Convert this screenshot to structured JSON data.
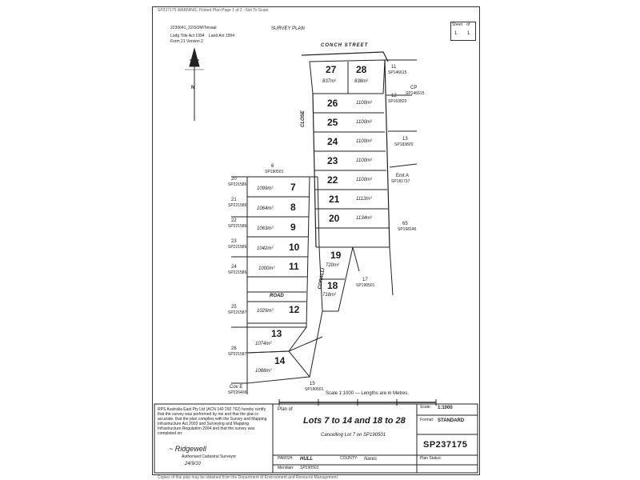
{
  "header": {
    "print_banner": "SP237175 WARNING: Printed Plan Page 1 of 2 - Not To Scale",
    "sheet_label": "Sheet",
    "of_label": "of",
    "sheet_num": "1",
    "sheet_total": "1",
    "file_ref": "2230641_22/SOM/Teivaal",
    "survey_plan": "SURVEY PLAN",
    "lodged_label": "Lodg Title Act 1994",
    "lodged_label2": "Land Act 1994",
    "form_label": "Form 21 Version 2"
  },
  "north_label": "N",
  "streets": {
    "conch": "CONCH  STREET",
    "close": "CLOSE",
    "coralli": "CORALLI",
    "road": "ROAD"
  },
  "lots": [
    {
      "num": "27",
      "area": "837m²"
    },
    {
      "num": "28",
      "area": "838m²"
    },
    {
      "num": "26",
      "area": "1100m²"
    },
    {
      "num": "25",
      "area": "1100m²"
    },
    {
      "num": "24",
      "area": "1100m²"
    },
    {
      "num": "23",
      "area": "1100m²"
    },
    {
      "num": "22",
      "area": "1100m²"
    },
    {
      "num": "21",
      "area": "1113m²"
    },
    {
      "num": "20",
      "area": "1134m²"
    },
    {
      "num": "19",
      "area": "720m²"
    },
    {
      "num": "18",
      "area": "718m²"
    },
    {
      "num": "7",
      "area": "1099m²"
    },
    {
      "num": "8",
      "area": "1064m²"
    },
    {
      "num": "9",
      "area": "1063m²"
    },
    {
      "num": "10",
      "area": "1042m²"
    },
    {
      "num": "11",
      "area": "1000m²"
    },
    {
      "num": "12",
      "area": "1029m²"
    },
    {
      "num": "13",
      "area": "1074m²"
    },
    {
      "num": "14",
      "area": "1088m²"
    }
  ],
  "adjacent": {
    "l11": "11",
    "sp11": "SP146615",
    "l12": "12",
    "sp12": "SP163820",
    "cp": "CP",
    "spcp": "SP146615",
    "l13": "13",
    "sp13": "SP183820",
    "emt": "Emt A",
    "spemt": "SP181737",
    "l65": "65",
    "sp65": "SP168146",
    "l6": "6",
    "sp6": "SP190501",
    "l20": "20",
    "sp20": "SP221586",
    "l21": "21",
    "sp21": "SP221586",
    "l22": "22",
    "sp22": "SP221586",
    "l23": "23",
    "sp23": "SP221586",
    "l24": "24",
    "sp24": "SP221586",
    "l25": "25",
    "sp25": "SP221587",
    "l26": "26",
    "sp26": "SP221587",
    "l17": "17",
    "sp17": "SP190501",
    "l15": "15",
    "sp15": "SP190501",
    "cove": "Cov E",
    "spcove": "SP226406"
  },
  "scale_note": "Scale 1:1000 — Lengths are in Metres.",
  "title_block": {
    "plan_of": "Plan of",
    "lots_title": "Lots 7 to 14 and 18 to 28",
    "cancelling": "Cancelling Lot 7 on SP190501",
    "scale_label": "Scale:",
    "scale_value": "1:1000",
    "format_label": "Format:",
    "format_value": "STANDARD",
    "plan_number": "SP237175",
    "parish_label": "PARISH:",
    "parish_value": "HULL",
    "county_label": "COUNTY:",
    "county_value": "Nares",
    "meridian_label": "Meridian:",
    "meridian_value": "SP190501",
    "plan_status": "Plan Status:",
    "surveyor_cert": "RPS Australia East Pty Ltd (ACN 140 292 762) hereby certify that the survey was performed by me and that the plan is accurate, that the plan complies with the Survey and Mapping Infrastructure Act 2003 and Surveying and Mapping Infrastructure Regulation 2004 and that the survey was completed on:",
    "signature_caption": "Authorised Cadastral Surveyor",
    "signature_date": "24/9/10",
    "footer_note": "Copies of this plan may be obtained from the Department of Environment and Resource Management"
  }
}
